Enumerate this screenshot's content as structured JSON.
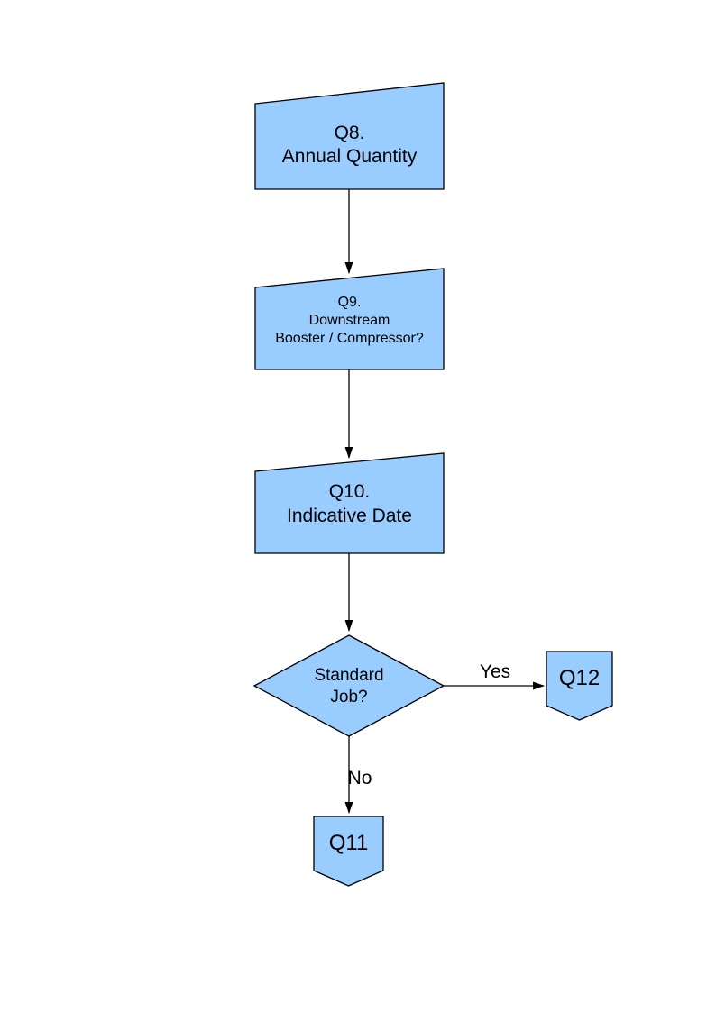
{
  "page": {
    "background": "#ffffff"
  },
  "diagram": {
    "node_fill": "#99ccff",
    "node_border": "#000000",
    "connector_color": "#000000",
    "text_color": "#000000",
    "nodes": [
      {
        "id": "q8",
        "type": "manual-input-box",
        "label": "Q8.\nAnnual Quantity"
      },
      {
        "id": "q9",
        "type": "manual-input-box",
        "label": "Q9.\nDownstream\nBooster / Compressor?"
      },
      {
        "id": "q10",
        "type": "manual-input-box",
        "label": "Q10.\nIndicative Date"
      },
      {
        "id": "standard-job",
        "type": "decision-diamond",
        "label": "Standard\nJob?"
      },
      {
        "id": "q12",
        "type": "off-page-connector",
        "label": "Q12"
      },
      {
        "id": "q11",
        "type": "off-page-connector",
        "label": "Q11"
      }
    ],
    "edges": [
      {
        "from": "q8",
        "to": "q9",
        "label": ""
      },
      {
        "from": "q9",
        "to": "q10",
        "label": ""
      },
      {
        "from": "q10",
        "to": "standard-job",
        "label": ""
      },
      {
        "from": "standard-job",
        "to": "q12",
        "label": "Yes"
      },
      {
        "from": "standard-job",
        "to": "q11",
        "label": "No"
      }
    ]
  }
}
